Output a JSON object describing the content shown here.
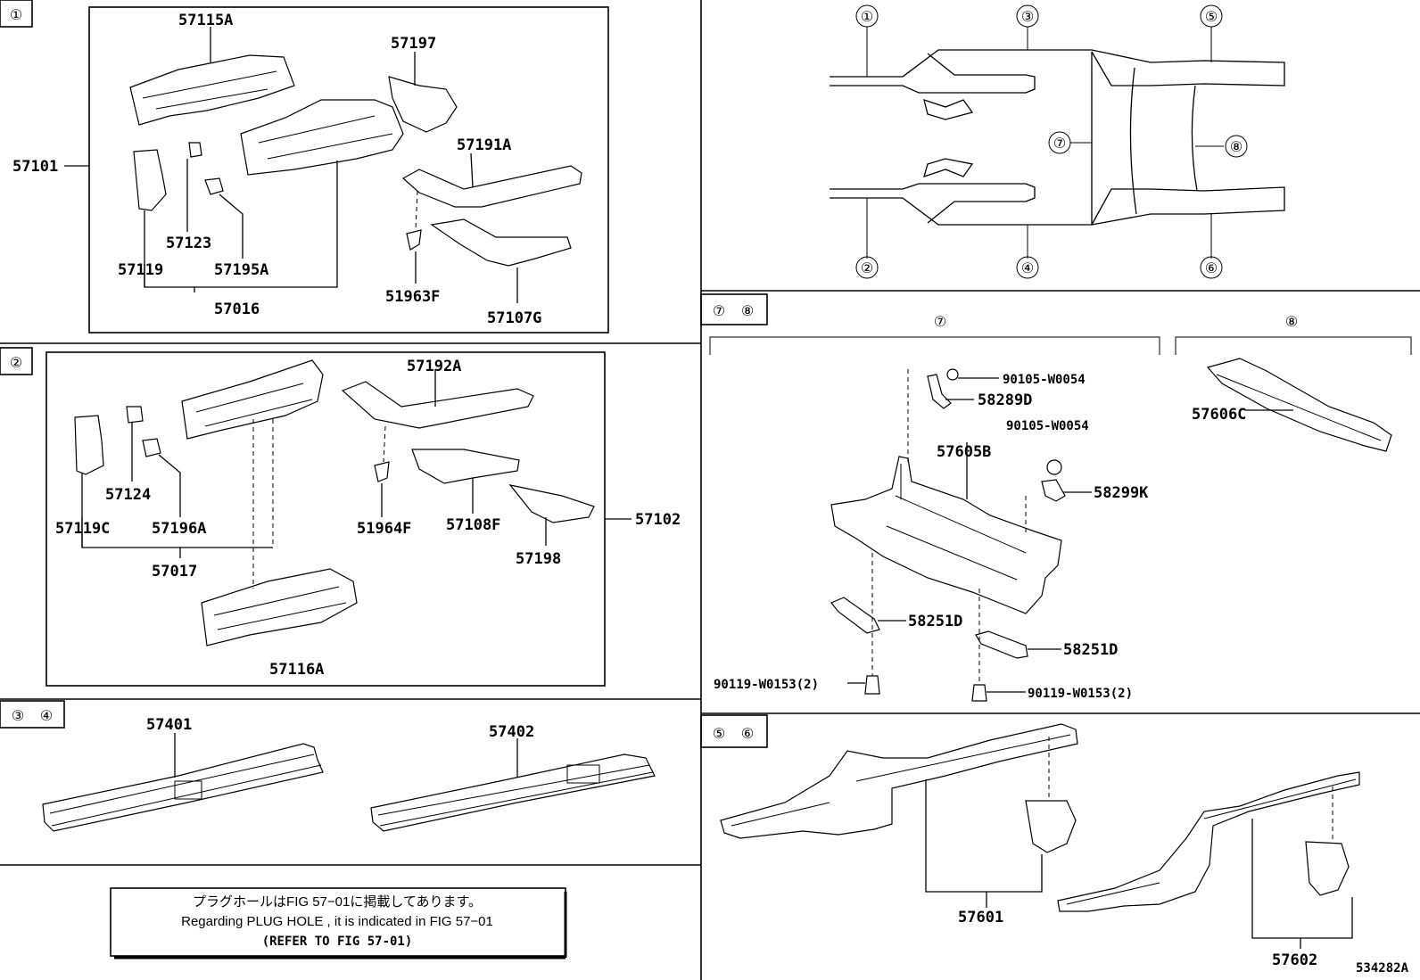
{
  "sections": {
    "s1": {
      "tag": "①",
      "group_label": "57101",
      "parts": {
        "p57115A": "57115A",
        "p57197": "57197",
        "p57191A": "57191A",
        "p57123": "57123",
        "p57119": "57119",
        "p57195A": "57195A",
        "p57016": "57016",
        "p51963F": "51963F",
        "p57107G": "57107G"
      }
    },
    "s2": {
      "tag": "②",
      "group_label": "57102",
      "parts": {
        "p57192A": "57192A",
        "p57124": "57124",
        "p57119C": "57119C",
        "p57196A": "57196A",
        "p57017": "57017",
        "p51964F": "51964F",
        "p57108F": "57108F",
        "p57198": "57198",
        "p57116A": "57116A"
      }
    },
    "s34": {
      "tag_a": "③",
      "tag_b": "④",
      "parts": {
        "p57401": "57401",
        "p57402": "57402"
      }
    },
    "overview": {
      "markers": [
        "①",
        "②",
        "③",
        "④",
        "⑤",
        "⑥",
        "⑦",
        "⑧"
      ]
    },
    "s78": {
      "tag_a": "⑦",
      "tag_b": "⑧",
      "sub7": "⑦",
      "sub8": "⑧",
      "parts": {
        "p90105a": "90105-W0054",
        "p58289D": "58289D",
        "p90105b": "90105-W0054",
        "p57605B": "57605B",
        "p58299K": "58299K",
        "p58251D_a": "58251D",
        "p58251D_b": "58251D",
        "p90119a": "90119-W0153(2)",
        "p90119b": "90119-W0153(2)",
        "p57606C": "57606C"
      }
    },
    "s56": {
      "tag_a": "⑤",
      "tag_b": "⑥",
      "parts": {
        "p57601": "57601",
        "p57602": "57602"
      }
    }
  },
  "note": {
    "line1": "プラグホールはFIG 57−01に掲載してあります。",
    "line2": "Regarding  PLUG  HOLE , it is indicated in FIG  57−01",
    "line3": "(REFER TO FIG 57-01)"
  },
  "figure_id": "534282A"
}
